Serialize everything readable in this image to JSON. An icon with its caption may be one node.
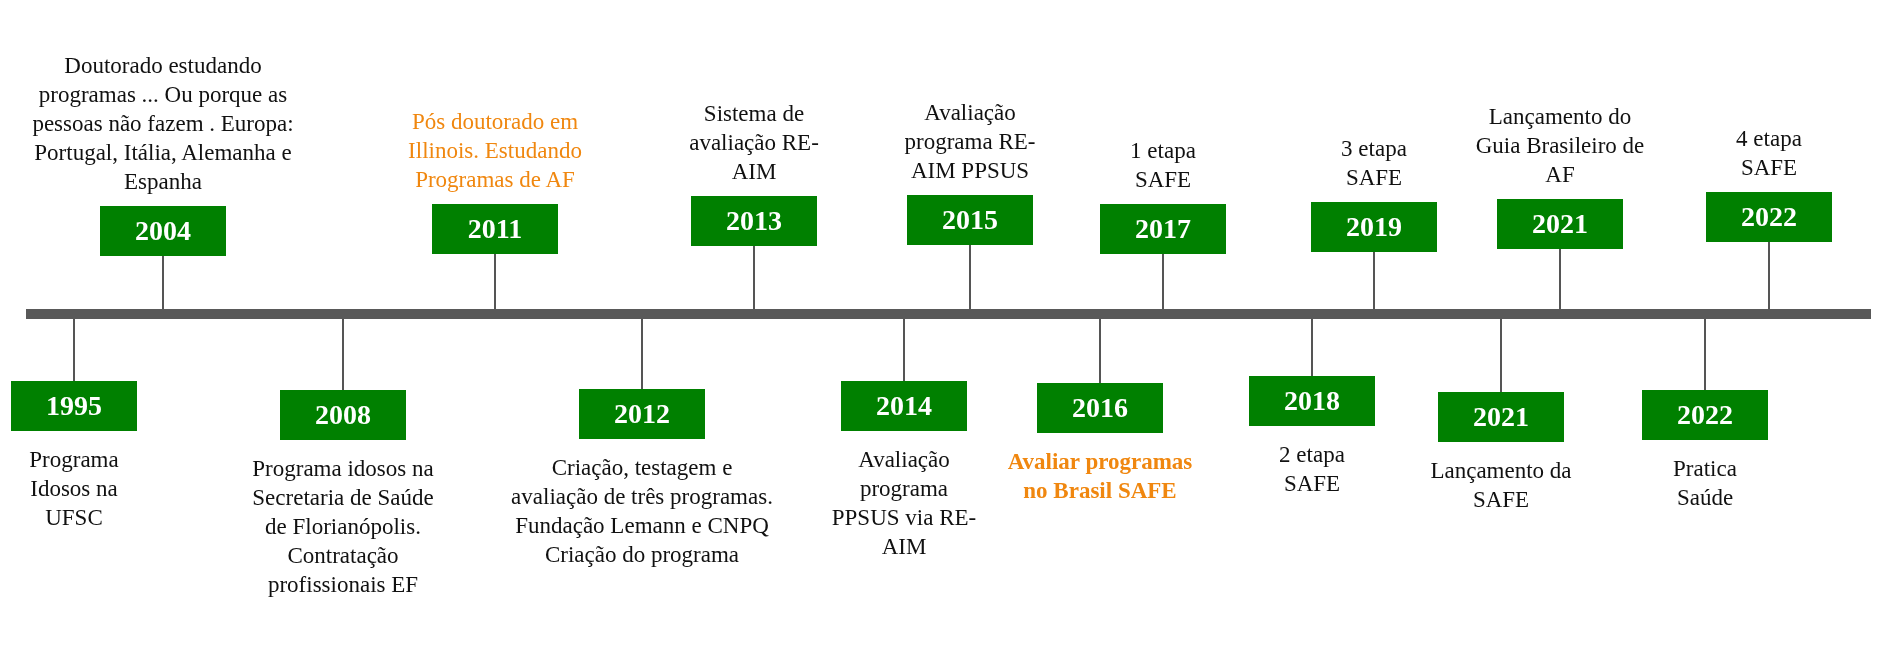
{
  "diagram": {
    "nodes": [
      {
        "text": [],
        "shape": "bar"
      },
      {
        "text": [
          "1995"
        ],
        "beside": [
          "Programa Idosos na UFSC"
        ]
      },
      {
        "text": [
          "2004"
        ],
        "beside": [
          "Doutorado estudando programas ... Ou porque as pessoas não fazem . Europa: Portugal, Itália, Alemanha e Espanha"
        ]
      },
      {
        "text": [
          "2008"
        ],
        "beside": [
          "Programa idosos na Secretaria de Saúde de Florianópolis. Contratação profissionais EF"
        ]
      },
      {
        "text": [
          "2011"
        ],
        "beside": [
          "Pós doutorado em Illinois. Estudando Programas de AF"
        ]
      },
      {
        "text": [
          "2012"
        ],
        "beside": [
          "Criação, testagem e avaliação de três programas. Fundação Lemann e CNPQ Criação do programa"
        ]
      },
      {
        "text": [
          "2013"
        ],
        "beside": [
          "Sistema de avaliação RE-AIM"
        ]
      },
      {
        "text": [
          "2014"
        ],
        "beside": [
          "Avaliação programa PPSUS via RE-AIM"
        ]
      },
      {
        "text": [
          "2015"
        ],
        "beside": [
          "Avaliação programa RE-AIM PPSUS"
        ]
      },
      {
        "text": [
          "2016"
        ],
        "beside": [
          "Avaliar programas no Brasil SAFE"
        ]
      },
      {
        "text": [
          "2017"
        ],
        "beside": [
          "1 etapa SAFE"
        ]
      },
      {
        "text": [
          "2018"
        ],
        "beside": [
          "2 etapa SAFE"
        ]
      },
      {
        "text": [
          "2019"
        ],
        "beside": [
          "3 etapa SAFE"
        ]
      },
      {
        "text": [
          "2021"
        ],
        "beside": [
          "Lançamento da SAFE"
        ]
      },
      {
        "text": [
          "2021"
        ],
        "beside": [
          "Lançamento do Guia Brasileiro de AF"
        ]
      },
      {
        "text": [
          "2022"
        ],
        "beside": [
          "Pratica Saúde"
        ]
      },
      {
        "text": [
          "2022"
        ],
        "beside": [
          "4 etapa SAFE"
        ]
      }
    ],
    "edges": [
      {
        "from": 0,
        "to": 1,
        "arrow": "none"
      },
      {
        "from": 0,
        "to": 2,
        "arrow": "none"
      },
      {
        "from": 0,
        "to": 3,
        "arrow": "none"
      },
      {
        "from": 0,
        "to": 4,
        "arrow": "none"
      },
      {
        "from": 0,
        "to": 5,
        "arrow": "none"
      },
      {
        "from": 0,
        "to": 6,
        "arrow": "none"
      },
      {
        "from": 0,
        "to": 7,
        "arrow": "none"
      },
      {
        "from": 0,
        "to": 8,
        "arrow": "none"
      },
      {
        "from": 0,
        "to": 9,
        "arrow": "none"
      },
      {
        "from": 0,
        "to": 10,
        "arrow": "none"
      },
      {
        "from": 0,
        "to": 11,
        "arrow": "none"
      },
      {
        "from": 0,
        "to": 12,
        "arrow": "none"
      },
      {
        "from": 0,
        "to": 13,
        "arrow": "none"
      },
      {
        "from": 0,
        "to": 14,
        "arrow": "none"
      },
      {
        "from": 0,
        "to": 15,
        "arrow": "none"
      },
      {
        "from": 0,
        "to": 16,
        "arrow": "none"
      }
    ]
  }
}
